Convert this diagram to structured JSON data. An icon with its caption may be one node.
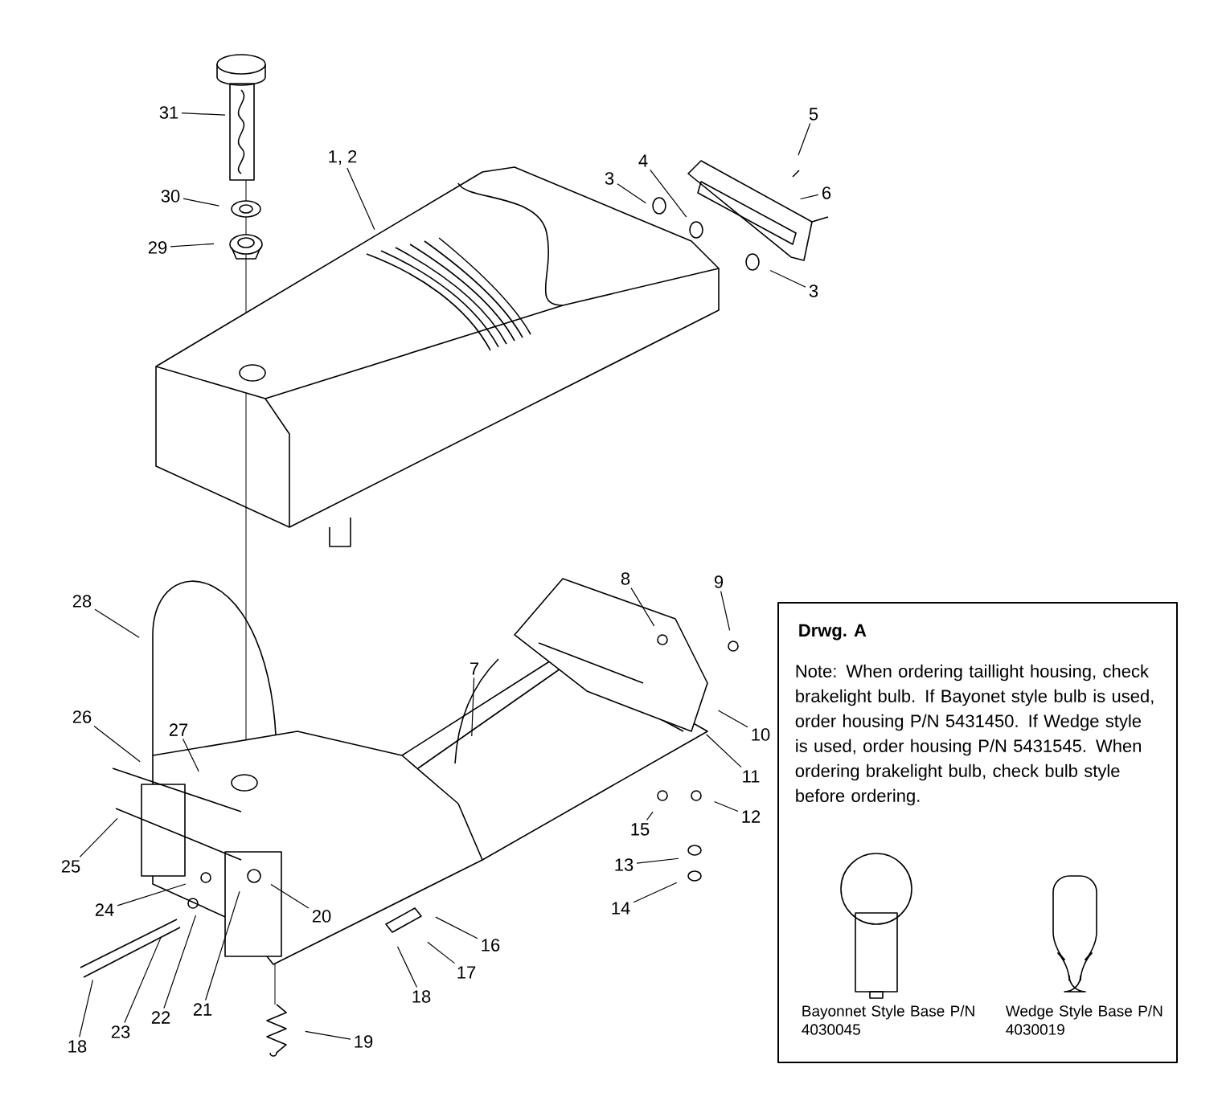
{
  "diagram": {
    "nodes": [
      {
        "text": [
          "31"
        ]
      },
      {
        "text": [
          "1, 2"
        ]
      },
      {
        "text": [
          "3"
        ]
      },
      {
        "text": [
          "4"
        ]
      },
      {
        "text": [
          "5"
        ]
      },
      {
        "text": [
          "6"
        ]
      },
      {
        "text": [
          "3"
        ]
      },
      {
        "text": [
          "30"
        ]
      },
      {
        "text": [
          "29"
        ]
      },
      {
        "text": [
          "28"
        ]
      },
      {
        "text": [
          "8"
        ]
      },
      {
        "text": [
          "9"
        ]
      },
      {
        "text": [
          "7"
        ]
      },
      {
        "text": [
          "10"
        ]
      },
      {
        "text": [
          "26"
        ]
      },
      {
        "text": [
          "27"
        ]
      },
      {
        "text": [
          "11"
        ]
      },
      {
        "text": [
          "12"
        ]
      },
      {
        "text": [
          "15"
        ]
      },
      {
        "text": [
          "25"
        ]
      },
      {
        "text": [
          "13"
        ]
      },
      {
        "text": [
          "24"
        ]
      },
      {
        "text": [
          "14"
        ]
      },
      {
        "text": [
          "20"
        ]
      },
      {
        "text": [
          "16"
        ]
      },
      {
        "text": [
          "17"
        ]
      },
      {
        "text": [
          "18"
        ]
      },
      {
        "text": [
          "21"
        ]
      },
      {
        "text": [
          "22"
        ]
      },
      {
        "text": [
          "23"
        ]
      },
      {
        "text": [
          "19"
        ]
      },
      {
        "text": [
          "18"
        ]
      },
      {
        "text": [
          "Drwg. A",
          "Note: When ordering taillight housing, check brakelight bulb.  If Bayonet style bulb is  used, order housing P/N 5431450.  If Wedge style is used, order housing P/N 5431545.  When ordering brakelight bulb, check bulb style before ordering."
        ]
      }
    ],
    "edges": [
      {
        "from": 0,
        "to": null,
        "arrow": "none"
      },
      {
        "from": 1,
        "to": null,
        "arrow": "none"
      },
      {
        "from": 2,
        "to": null,
        "arrow": "none"
      },
      {
        "from": 3,
        "to": null,
        "arrow": "none"
      },
      {
        "from": 4,
        "to": null,
        "arrow": "none"
      },
      {
        "from": 5,
        "to": null,
        "arrow": "none"
      },
      {
        "from": 6,
        "to": null,
        "arrow": "none"
      },
      {
        "from": 7,
        "to": null,
        "arrow": "none"
      },
      {
        "from": 8,
        "to": null,
        "arrow": "none"
      },
      {
        "from": 9,
        "to": null,
        "arrow": "none"
      },
      {
        "from": 10,
        "to": null,
        "arrow": "none"
      },
      {
        "from": 11,
        "to": null,
        "arrow": "none"
      },
      {
        "from": 12,
        "to": null,
        "arrow": "none"
      },
      {
        "from": 13,
        "to": null,
        "arrow": "none"
      },
      {
        "from": 14,
        "to": null,
        "arrow": "none"
      },
      {
        "from": 15,
        "to": null,
        "arrow": "none"
      },
      {
        "from": 16,
        "to": null,
        "arrow": "none"
      },
      {
        "from": 17,
        "to": null,
        "arrow": "none"
      },
      {
        "from": 18,
        "to": null,
        "arrow": "none"
      },
      {
        "from": 19,
        "to": null,
        "arrow": "none"
      },
      {
        "from": 20,
        "to": null,
        "arrow": "none"
      },
      {
        "from": 21,
        "to": null,
        "arrow": "none"
      },
      {
        "from": 22,
        "to": null,
        "arrow": "none"
      },
      {
        "from": 23,
        "to": null,
        "arrow": "none"
      },
      {
        "from": 24,
        "to": null,
        "arrow": "none"
      },
      {
        "from": 25,
        "to": null,
        "arrow": "none"
      },
      {
        "from": 26,
        "to": null,
        "arrow": "none"
      },
      {
        "from": 27,
        "to": null,
        "arrow": "none"
      },
      {
        "from": 28,
        "to": null,
        "arrow": "none"
      },
      {
        "from": 29,
        "to": null,
        "arrow": "none"
      },
      {
        "from": 30,
        "to": null,
        "arrow": "none"
      },
      {
        "from": 31,
        "to": null,
        "arrow": "none"
      }
    ],
    "labels": [
      "Bayonnet Style Base P/N 4030045",
      "Wedge Style Base P/N 4030019"
    ]
  }
}
